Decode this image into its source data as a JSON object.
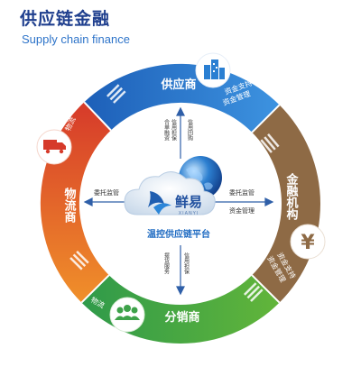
{
  "header": {
    "title_cn": "供应链金融",
    "title_en": "Supply chain finance"
  },
  "center": {
    "brand": "鲜易",
    "brand_sub": "XIANYI",
    "platform": "温控供应链平台"
  },
  "ring": {
    "supplier": "供应商",
    "finance": "金融机构",
    "distributor": "分销商",
    "logistics_company": "物流商"
  },
  "ring_small": {
    "fund_support": "资金支持",
    "fund_manage": "资金管理",
    "fund_support_2": "资金支持",
    "fund_manage_2": "资金管理",
    "logistics_1": "物流",
    "logistics_2": "物流"
  },
  "connectors": {
    "top_line1": "信用回购",
    "top_line2": "合单融资",
    "top_line3": "信用担保",
    "right_line1": "委托监管",
    "right_line2": "资金管理",
    "left_line1": "委托监管",
    "bottom_line1": "信用担保",
    "bottom_line2": "提货服务"
  },
  "colors": {
    "blue": "#2a7fd2",
    "brown": "#8e6a45",
    "green": "#3ea24a",
    "orange": "#e6652b",
    "red": "#d63a2a"
  }
}
